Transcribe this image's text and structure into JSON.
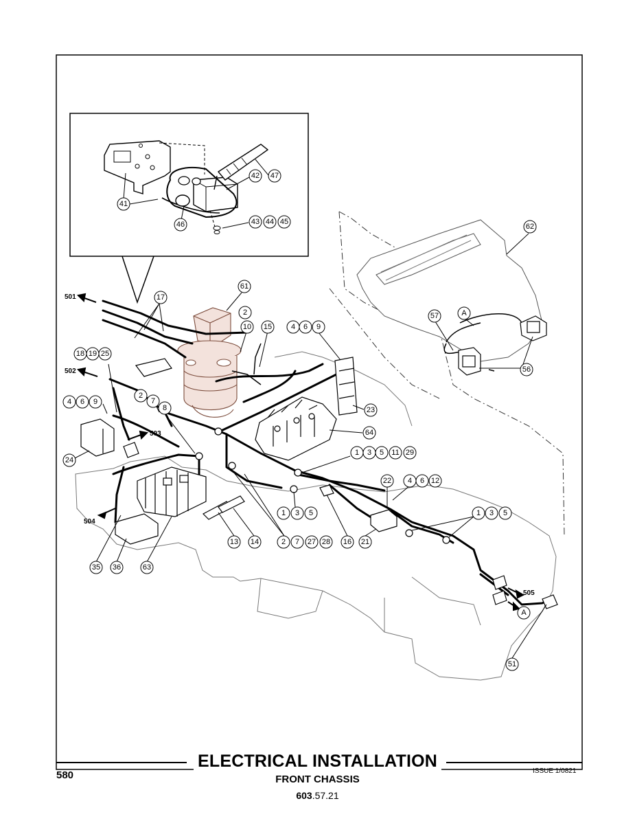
{
  "title": "ELECTRICAL INSTALLATION",
  "subtitle": "FRONT CHASSIS",
  "code_prefix": "603",
  "code_suffix": ".57.21",
  "page_number": "580",
  "issue": "ISSUE 1/0821",
  "refs": {
    "r501": "501",
    "r502": "502",
    "r503": "503",
    "r504": "504",
    "r505": "505"
  },
  "balloons": {
    "b62": "62",
    "b61": "61",
    "b17": "17",
    "b2a": "2",
    "b10": "10",
    "b15": "15",
    "b4a": "4",
    "b6a": "6",
    "b9a": "9",
    "b18": "18",
    "b19": "19",
    "b25": "25",
    "b2b": "2",
    "b7a": "7",
    "b8": "8",
    "b4b": "4",
    "b6b": "6",
    "b9b": "9",
    "b24": "24",
    "b23": "23",
    "b64": "64",
    "b1a": "1",
    "b3a": "3",
    "b5a": "5",
    "b11": "11",
    "b29": "29",
    "b22": "22",
    "b4c": "4",
    "b6c": "6",
    "b12": "12",
    "b1b": "1",
    "b3b": "3",
    "b5b": "5",
    "b1c": "1",
    "b3c": "3",
    "b5c": "5",
    "b13": "13",
    "b14": "14",
    "b2c": "2",
    "b7b": "7",
    "b27": "27",
    "b28": "28",
    "b16": "16",
    "b21": "21",
    "b35": "35",
    "b36": "36",
    "b63": "63",
    "b57": "57",
    "bA1": "A",
    "b56": "56",
    "bA2": "A",
    "b51": "51",
    "b41": "41",
    "b42": "42",
    "b47": "47",
    "b46": "46",
    "b43": "43",
    "b44": "44",
    "b45": "45"
  }
}
